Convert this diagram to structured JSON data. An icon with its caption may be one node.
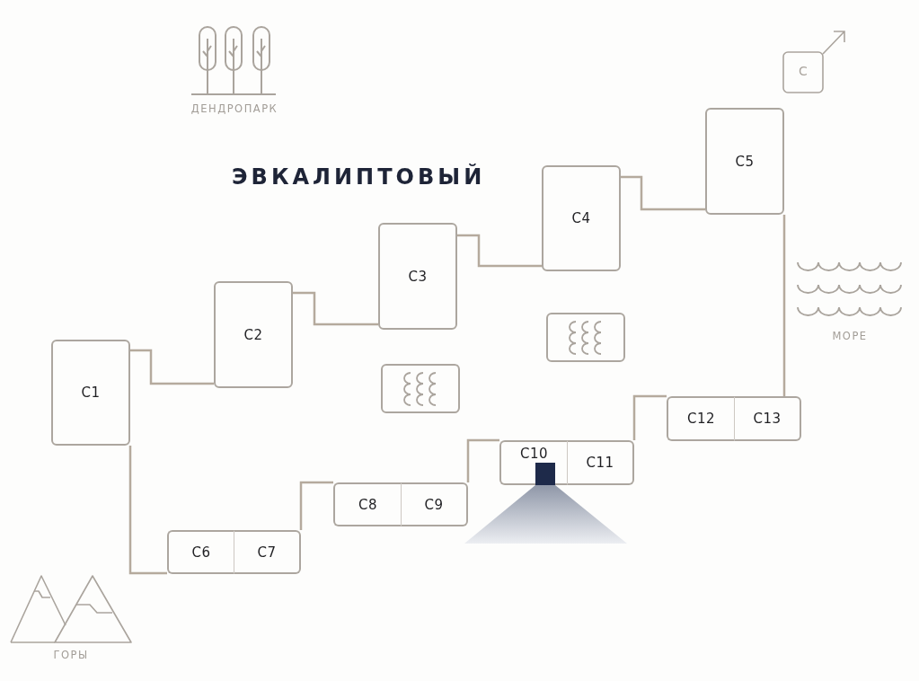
{
  "diagram": {
    "title": "ЭВКАЛИПТОВЫЙ",
    "nodes": [
      {
        "text": [
          "С1"
        ]
      },
      {
        "text": [
          "С2"
        ]
      },
      {
        "text": [
          "С3"
        ]
      },
      {
        "text": [
          "С4"
        ]
      },
      {
        "text": [
          "С5"
        ]
      },
      {
        "text": [
          "С6"
        ]
      },
      {
        "text": [
          "С7"
        ]
      },
      {
        "text": [
          "С8"
        ]
      },
      {
        "text": [
          "С9"
        ]
      },
      {
        "text": [
          "С10"
        ]
      },
      {
        "text": [
          "С11"
        ]
      },
      {
        "text": [
          "С12"
        ]
      },
      {
        "text": [
          "С13"
        ]
      },
      {
        "text": [],
        "shape": "box"
      },
      {
        "text": [],
        "shape": "box"
      }
    ],
    "edges": [
      {
        "from": 0,
        "to": 1,
        "arrow": "none"
      },
      {
        "from": 1,
        "to": 2,
        "arrow": "none"
      },
      {
        "from": 2,
        "to": 3,
        "arrow": "none"
      },
      {
        "from": 3,
        "to": 4,
        "arrow": "none"
      },
      {
        "from": 4,
        "to": 12,
        "arrow": "none"
      },
      {
        "from": 10,
        "to": 11,
        "arrow": "none"
      },
      {
        "from": 8,
        "to": 9,
        "arrow": "none"
      },
      {
        "from": 6,
        "to": 7,
        "arrow": "none"
      },
      {
        "from": 0,
        "to": 5,
        "arrow": "none"
      }
    ],
    "labels": [
      "ДЕНДРОПАРК",
      "С",
      "МОРЕ",
      "ГОРЫ"
    ]
  }
}
